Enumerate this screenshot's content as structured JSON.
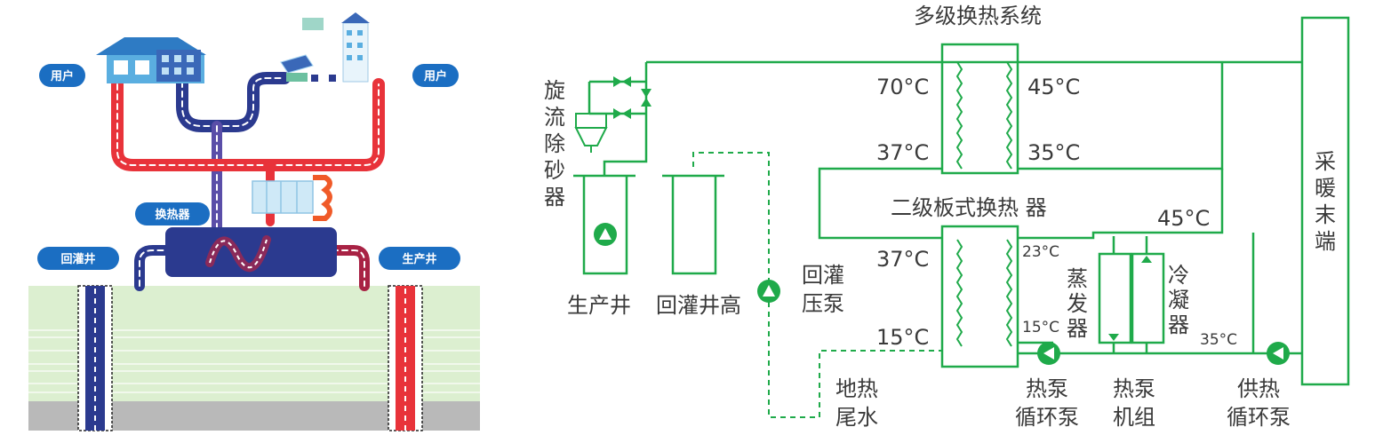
{
  "left_panel": {
    "labels": {
      "user_left": "用户",
      "user_right": "用户",
      "heat_exchanger": "换热器",
      "injection_well": "回灌井",
      "production_well": "生产井"
    },
    "colors": {
      "hot_pipe": "#e8333a",
      "cold_pipe": "#2b3a8f",
      "pill": "#1b6ec2",
      "ground_light": "#dcefd0",
      "ground_dark": "#b7b7b7"
    }
  },
  "right_panel": {
    "title": "多级换热系统",
    "left_texts": {
      "cyclone_desander": [
        "旋",
        "流",
        "除",
        "砂",
        "器"
      ],
      "production_well": "生产井",
      "injection_well_high": "回灌井高",
      "injection_pump": [
        "回灌",
        "压泵"
      ],
      "geothermal_tailwater": [
        "地热",
        "尾水"
      ]
    },
    "hx_labels": {
      "secondary_plate_hx": "二级板式换热 器"
    },
    "temperatures": {
      "t70": "70°C",
      "t45_top": "45°C",
      "t37_top": "37°C",
      "t35_top": "35°C",
      "t45_right": "45°C",
      "t37_bottom": "37°C",
      "t23": "23°C",
      "t15_left": "15°C",
      "t15_right": "15°C",
      "t35_bottom": "35°C"
    },
    "heatpump": {
      "evaporator": [
        "蒸",
        "发",
        "器"
      ],
      "condenser": [
        "冷",
        "凝",
        "器"
      ]
    },
    "bottom_labels": {
      "hp_circ_pump": [
        "热泵",
        "循环泵"
      ],
      "hp_unit": [
        "热泵",
        "机组"
      ],
      "supply_circ_pump": [
        "供热",
        "循环泵"
      ]
    },
    "heating_terminal": [
      "采",
      "暖",
      "末",
      "端"
    ],
    "colors": {
      "line": "#1faa4a",
      "text": "#3a3a3a",
      "pump": "#1faa4a"
    }
  }
}
